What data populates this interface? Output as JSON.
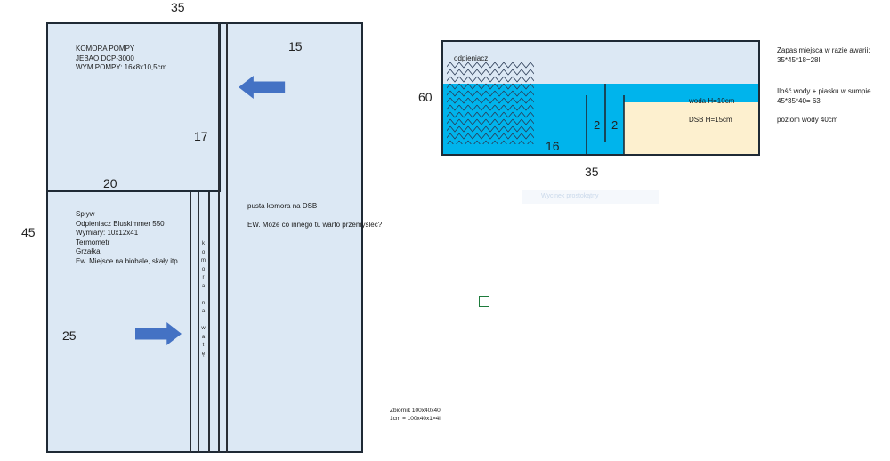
{
  "left_diagram": {
    "dim_top": "35",
    "dim_left": "45",
    "dim_upper_right": "15",
    "dim_mid_left": "17",
    "dim_divider": "20",
    "dim_lower_left": "25",
    "pump_chamber": [
      "KOMORA POMPY",
      "JEBAO DCP-3000",
      "WYM POMPY: 16x8x10,5cm"
    ],
    "drain_chamber": [
      "Spływ",
      "Odpieniacz Bluskimmer 550",
      "Wymiary: 10x12x41",
      "Termometr",
      "Grzałka",
      "Ew. Miejsce na biobale, skały itp..."
    ],
    "empty_chamber": [
      "pusta komora na DSB",
      "EW. Może co innego tu warto przemyśleć?"
    ],
    "vertical_label": [
      "k",
      "o",
      "m",
      "o",
      "r",
      "a",
      "",
      "n",
      "a",
      "",
      "w",
      "a",
      "t",
      "ę"
    ]
  },
  "tank_note": [
    "Zbiornik 100x40x40",
    "1cm = 100x40x1=4l"
  ],
  "side_view": {
    "dim_left": "60",
    "dim_bottom": "35",
    "skimmer_label": "odpieniacz",
    "water_label": "woda  H=10cm",
    "dsb_label": "DSB  H=15cm",
    "inner_16": "16",
    "inner_2a": "2",
    "inner_2b": "2"
  },
  "notes": {
    "reserve": [
      "Zapas miejsca w razie awarii:",
      "35*45*18=28l"
    ],
    "sand": [
      "Ilość wody + piasku w sumpie",
      "45*35*40= 63l"
    ],
    "level": "poziom wody      40cm"
  },
  "colors": {
    "chamber_fill": "#dce8f4",
    "water": "#00b4ec",
    "sand": "#fdf0cf",
    "arrow": "#4472c4"
  },
  "faint_tooltip": "Wycinek prostokątny"
}
